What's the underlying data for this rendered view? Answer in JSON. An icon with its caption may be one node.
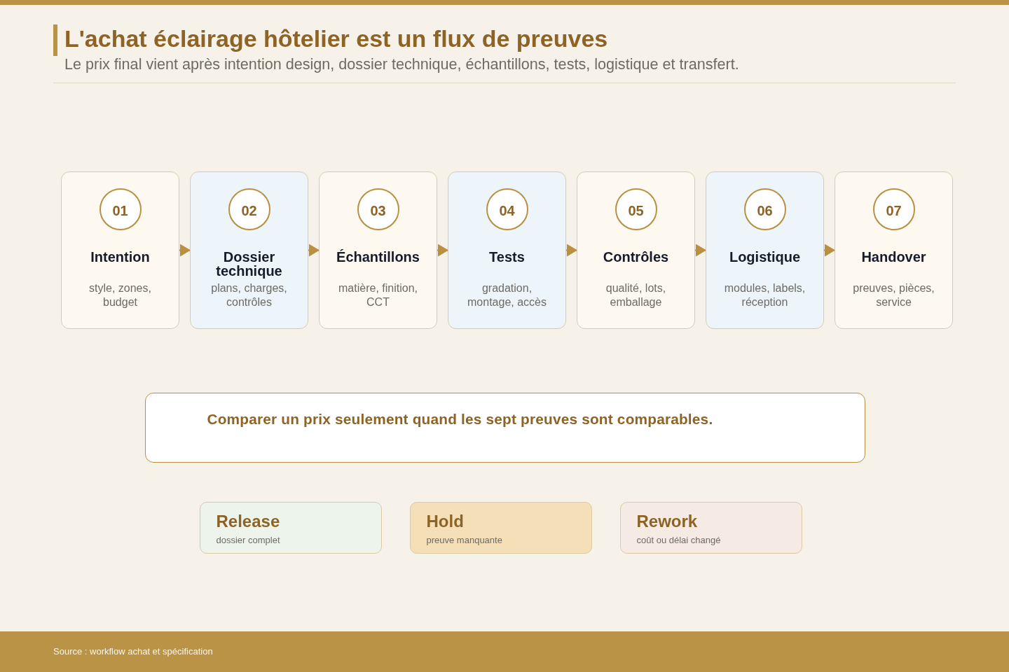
{
  "diagram": {
    "title": "L'achat éclairage hôtelier est un flux de preuves",
    "nodes": [
      {
        "text": [
          "01",
          "Intention",
          "style, zones, budget"
        ]
      },
      {
        "text": [
          "02",
          "Dossier technique",
          "plans, charges, contrôles"
        ]
      },
      {
        "text": [
          "03",
          "Échantillons",
          "matière, finition, CCT"
        ]
      },
      {
        "text": [
          "04",
          "Tests",
          "gradation, montage, accès"
        ]
      },
      {
        "text": [
          "05",
          "Contrôles",
          "qualité, lots, emballage"
        ]
      },
      {
        "text": [
          "06",
          "Logistique",
          "modules, labels, réception"
        ]
      },
      {
        "text": [
          "07",
          "Handover",
          "preuves, pièces, service"
        ]
      },
      {
        "text": [
          "Comparer un prix seulement quand les sept preuves sont comparables."
        ]
      },
      {
        "text": [
          "Release",
          "dossier complet"
        ]
      },
      {
        "text": [
          "Hold",
          "preuve manquante"
        ]
      },
      {
        "text": [
          "Rework",
          "coût ou délai changé"
        ]
      }
    ],
    "edges": [
      {
        "from": 0,
        "to": 1,
        "arrow": "to"
      },
      {
        "from": 1,
        "to": 2,
        "arrow": "to"
      },
      {
        "from": 2,
        "to": 3,
        "arrow": "to"
      },
      {
        "from": 3,
        "to": 4,
        "arrow": "to"
      },
      {
        "from": 4,
        "to": 5,
        "arrow": "to"
      },
      {
        "from": 5,
        "to": 6,
        "arrow": "to"
      }
    ],
    "labels": [
      "Le prix final vient après intention design, dossier technique, échantillons, tests, logistique et transfert.",
      "Source : workflow achat et spécification"
    ]
  }
}
